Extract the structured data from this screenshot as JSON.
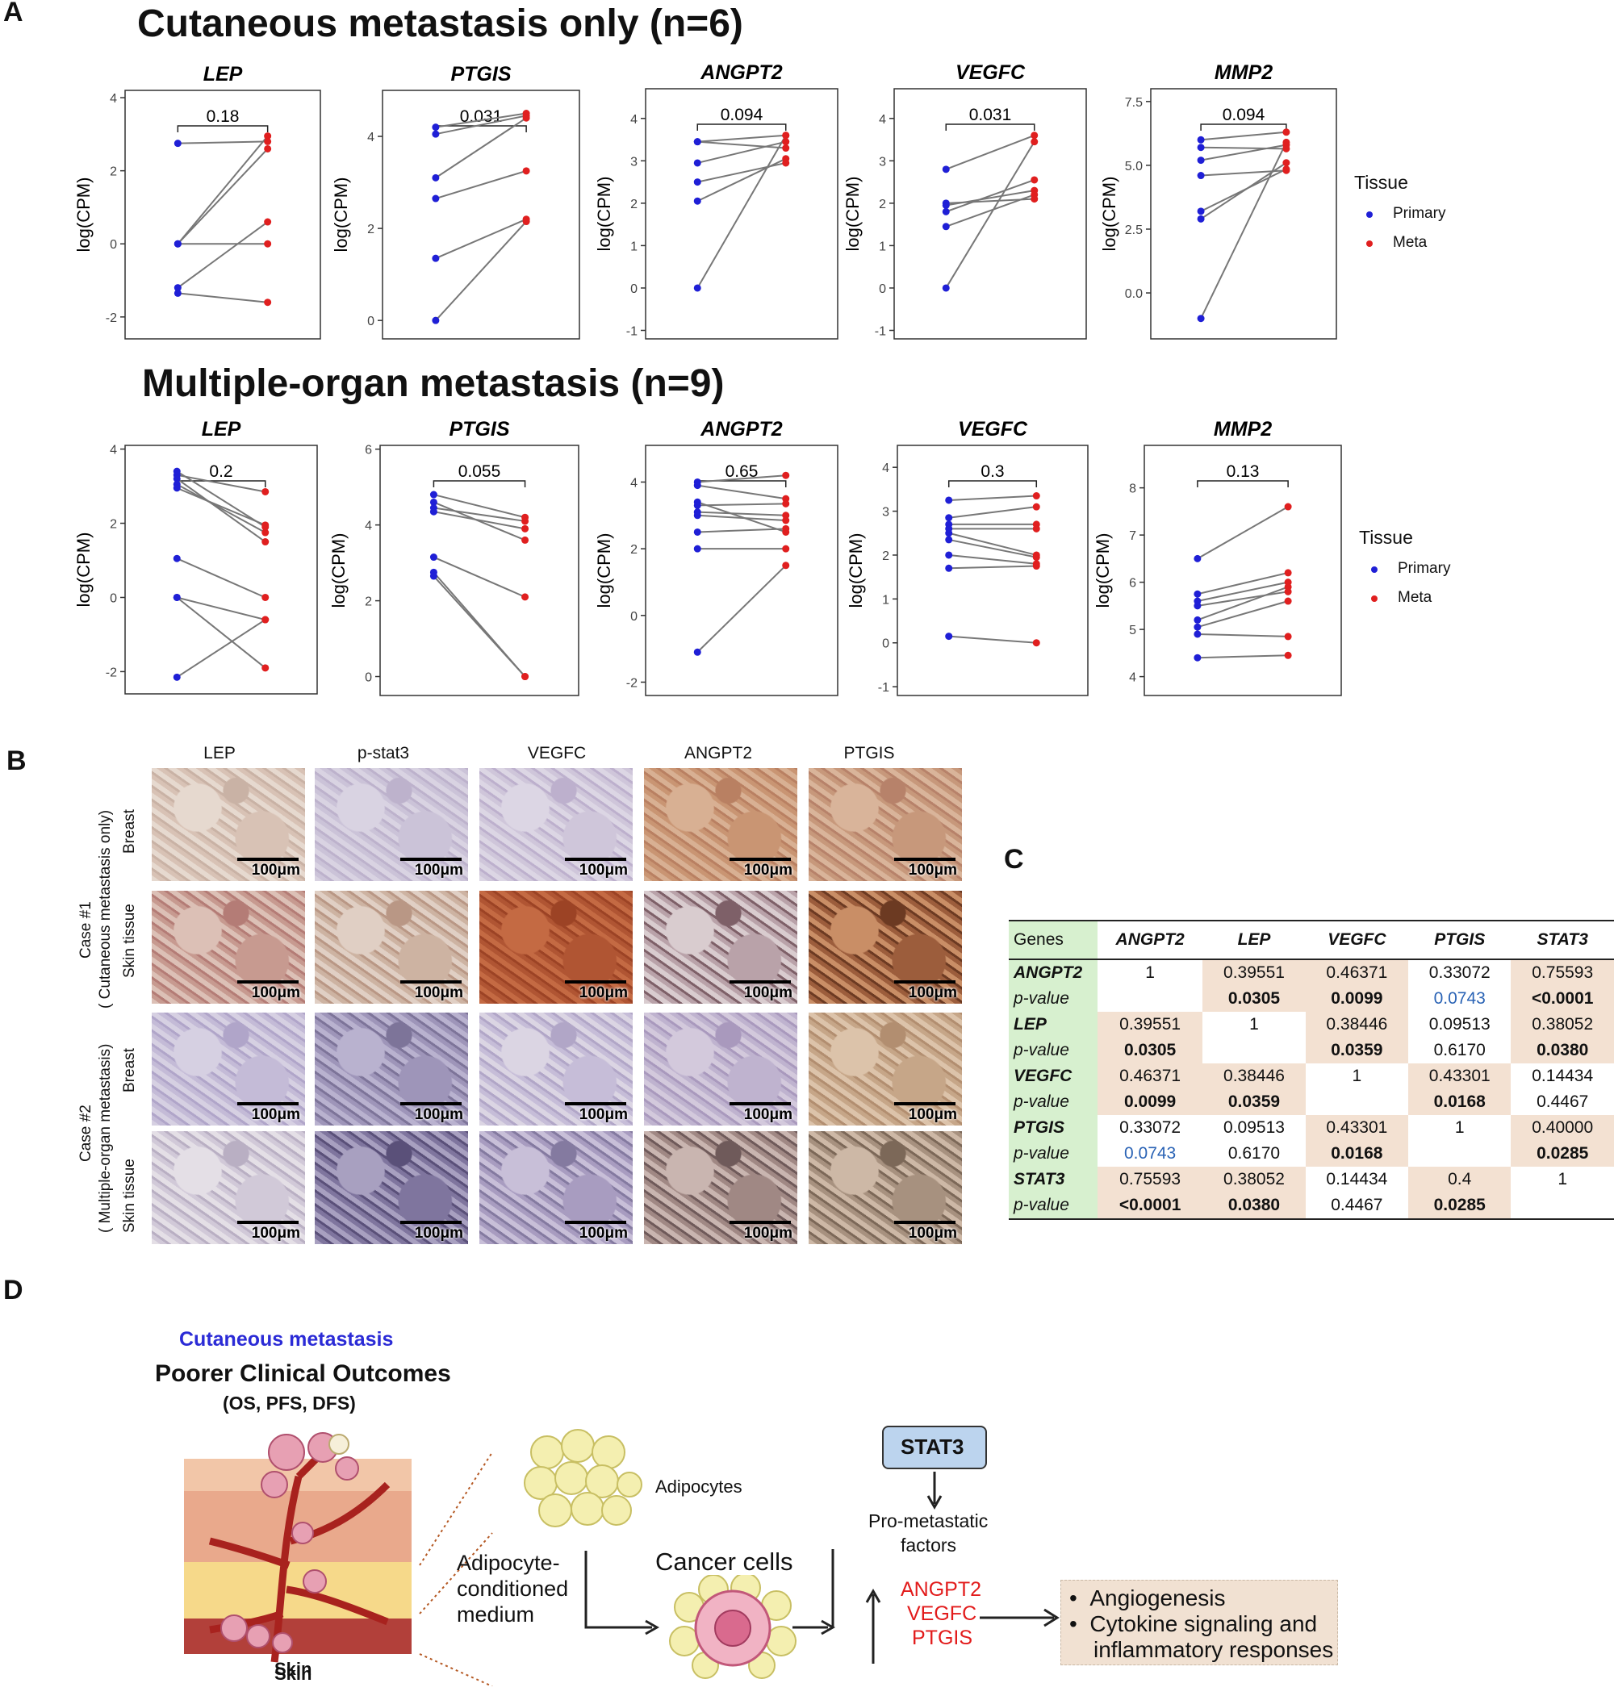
{
  "panels": {
    "a": "A",
    "b": "B",
    "c": "C",
    "d": "D"
  },
  "panel_a": {
    "title_cut": "Cutaneous metastasis only (n=6)",
    "title_mult": "Multiple-organ metastasis (n=9)",
    "ylabel": "log(CPM)",
    "legend": {
      "title": "Tissue",
      "primary": "Primary",
      "meta": "Meta"
    },
    "colors": {
      "primary": "#1f1fd6",
      "meta": "#e01f1f",
      "line": "#777777"
    }
  },
  "chart_data": [
    {
      "type": "scatter",
      "group": "Cutaneous metastasis only (n=6)",
      "gene": "LEP",
      "p": "0.18",
      "ylim": [
        -2.6,
        4.2
      ],
      "ticks": [
        -2,
        0,
        2,
        4
      ],
      "primary": [
        2.75,
        0.0,
        0.0,
        -1.2,
        -1.35,
        0.0
      ],
      "meta": [
        2.95,
        2.8,
        2.6,
        0.6,
        0.0,
        -1.6
      ],
      "pairs": [
        [
          0,
          1
        ],
        [
          1,
          2
        ],
        [
          2,
          4
        ],
        [
          3,
          3
        ],
        [
          4,
          5
        ],
        [
          5,
          0
        ]
      ]
    },
    {
      "type": "scatter",
      "group": "Cutaneous metastasis only (n=6)",
      "gene": "PTGIS",
      "p": "0.031",
      "ylim": [
        -0.4,
        5.0
      ],
      "ticks": [
        0,
        2,
        4
      ],
      "primary": [
        4.2,
        4.05,
        3.1,
        2.65,
        1.35,
        0.0
      ],
      "meta": [
        4.5,
        4.45,
        4.4,
        3.25,
        2.2,
        2.15
      ]
    },
    {
      "type": "scatter",
      "group": "Cutaneous metastasis only (n=6)",
      "gene": "ANGPT2",
      "p": "0.094",
      "ylim": [
        -1.2,
        4.7
      ],
      "ticks": [
        -1,
        0,
        1,
        2,
        3,
        4
      ],
      "primary": [
        3.45,
        3.45,
        2.95,
        2.5,
        2.05,
        0.0
      ],
      "meta": [
        3.6,
        3.3,
        3.45,
        2.95,
        3.05,
        3.6
      ]
    },
    {
      "type": "scatter",
      "group": "Cutaneous metastasis only (n=6)",
      "gene": "VEGFC",
      "p": "0.031",
      "ylim": [
        -1.2,
        4.7
      ],
      "ticks": [
        -1,
        0,
        1,
        2,
        3,
        4
      ],
      "primary": [
        2.8,
        2.0,
        1.95,
        1.8,
        1.45,
        0.0
      ],
      "meta": [
        3.6,
        2.1,
        2.3,
        2.55,
        2.2,
        3.45
      ]
    },
    {
      "type": "scatter",
      "group": "Cutaneous metastasis only (n=6)",
      "gene": "MMP2",
      "p": "0.094",
      "ylim": [
        -1.8,
        8.0
      ],
      "ticks": [
        0.0,
        2.5,
        5.0,
        7.5
      ],
      "tick_labels": [
        "0.0",
        "2.5",
        "5.0",
        "7.5"
      ],
      "primary": [
        6.0,
        5.7,
        5.2,
        4.6,
        3.2,
        2.9,
        -1.0
      ],
      "meta": [
        6.3,
        5.65,
        5.8,
        4.8,
        4.85,
        5.1,
        5.9
      ]
    },
    {
      "type": "scatter",
      "group": "Multiple-organ metastasis (n=9)",
      "gene": "LEP",
      "p": "0.2",
      "ylim": [
        -2.6,
        4.1
      ],
      "ticks": [
        -2,
        0,
        2,
        4
      ],
      "primary": [
        3.3,
        3.2,
        3.05,
        2.95,
        1.05,
        0.0,
        0.0,
        -2.15,
        3.4
      ],
      "meta": [
        2.85,
        1.5,
        1.75,
        1.95,
        0.0,
        -0.6,
        -1.9,
        -0.6,
        1.9
      ]
    },
    {
      "type": "scatter",
      "group": "Multiple-organ metastasis (n=9)",
      "gene": "PTGIS",
      "p": "0.055",
      "ylim": [
        -0.5,
        6.1
      ],
      "ticks": [
        0,
        2,
        4,
        6
      ],
      "primary": [
        4.8,
        4.6,
        4.45,
        4.35,
        3.15,
        2.75,
        2.65
      ],
      "meta": [
        4.2,
        3.6,
        4.1,
        3.9,
        2.1,
        0.0,
        0.0
      ]
    },
    {
      "type": "scatter",
      "group": "Multiple-organ metastasis (n=9)",
      "gene": "ANGPT2",
      "p": "0.65",
      "ylim": [
        -2.4,
        5.1
      ],
      "ticks": [
        -2,
        0,
        2,
        4
      ],
      "primary": [
        4.0,
        3.9,
        3.4,
        3.3,
        3.0,
        2.5,
        2.0,
        -1.1,
        3.1
      ],
      "meta": [
        4.2,
        3.5,
        2.5,
        3.35,
        2.85,
        2.6,
        2.0,
        1.5,
        3.0
      ]
    },
    {
      "type": "scatter",
      "group": "Multiple-organ metastasis (n=9)",
      "gene": "VEGFC",
      "p": "0.3",
      "ylim": [
        -1.2,
        4.5
      ],
      "ticks": [
        -1,
        0,
        1,
        2,
        3,
        4
      ],
      "primary": [
        3.25,
        2.85,
        2.7,
        2.5,
        2.35,
        2.0,
        1.7,
        0.15,
        2.6
      ],
      "meta": [
        3.35,
        3.1,
        2.7,
        2.0,
        1.95,
        1.8,
        1.75,
        0.0,
        2.6
      ]
    },
    {
      "type": "scatter",
      "group": "Multiple-organ metastasis (n=9)",
      "gene": "MMP2",
      "p": "0.13",
      "ylim": [
        3.6,
        8.9
      ],
      "ticks": [
        4,
        5,
        6,
        7,
        8
      ],
      "primary": [
        6.5,
        5.75,
        5.6,
        5.5,
        5.2,
        5.05,
        4.9,
        4.4
      ],
      "meta": [
        7.6,
        6.2,
        6.0,
        5.8,
        5.9,
        5.6,
        4.85,
        4.45
      ]
    }
  ],
  "panel_b": {
    "columns": [
      "LEP",
      "p-stat3",
      "VEGFC",
      "ANGPT2",
      "PTGIS"
    ],
    "case1": "Case #1",
    "case1_sub": "( Cutaneous metastasis only)",
    "case2": "Case #2",
    "case2_sub": "( Multiple-organ metastasis)",
    "row_breast": "Breast",
    "row_skin": "Skin tissue",
    "scale": "100μm"
  },
  "panel_c": {
    "header": [
      "Genes",
      "ANGPT2",
      "LEP",
      "VEGFC",
      "PTGIS",
      "STAT3"
    ],
    "pvalue_label": "p-value",
    "rows": [
      {
        "gene": "ANGPT2",
        "r": [
          "1",
          "0.39551",
          "0.46371",
          "0.33072",
          "0.75593"
        ],
        "p": [
          "",
          "0.0305",
          "0.0099",
          "0.0743",
          "<0.0001"
        ]
      },
      {
        "gene": "LEP",
        "r": [
          "0.39551",
          "1",
          "0.38446",
          "0.09513",
          "0.38052"
        ],
        "p": [
          "0.0305",
          "",
          "0.0359",
          "0.6170",
          "0.0380"
        ]
      },
      {
        "gene": "VEGFC",
        "r": [
          "0.46371",
          "0.38446",
          "1",
          "0.43301",
          "0.14434"
        ],
        "p": [
          "0.0099",
          "0.0359",
          "",
          "0.0168",
          "0.4467"
        ]
      },
      {
        "gene": "PTGIS",
        "r": [
          "0.33072",
          "0.09513",
          "0.43301",
          "1",
          "0.40000"
        ],
        "p": [
          "0.0743",
          "0.6170",
          "0.0168",
          "",
          "0.0285"
        ]
      },
      {
        "gene": "STAT3",
        "r": [
          "0.75593",
          "0.38052",
          "0.14434",
          "0.4",
          "1"
        ],
        "p": [
          "<0.0001",
          "0.0380",
          "0.4467",
          "0.0285",
          ""
        ]
      }
    ]
  },
  "panel_d": {
    "cutaneous": "Cutaneous metastasis",
    "outcomes": "Poorer Clinical Outcomes",
    "outcomes_sub": "(OS, PFS, DFS)",
    "skin": "Skin",
    "adipocytes": "Adipocytes",
    "medium_1": "Adipocyte-",
    "medium_2": "conditioned",
    "medium_3": "medium",
    "cancer": "Cancer cells",
    "stat3": "STAT3",
    "pro_1": "Pro-metastatic",
    "pro_2": "factors",
    "factors": [
      "ANGPT2",
      "VEGFC",
      "PTGIS"
    ],
    "effects": [
      "Angiogenesis",
      "Cytokine signaling and",
      "inflammatory responses"
    ]
  }
}
